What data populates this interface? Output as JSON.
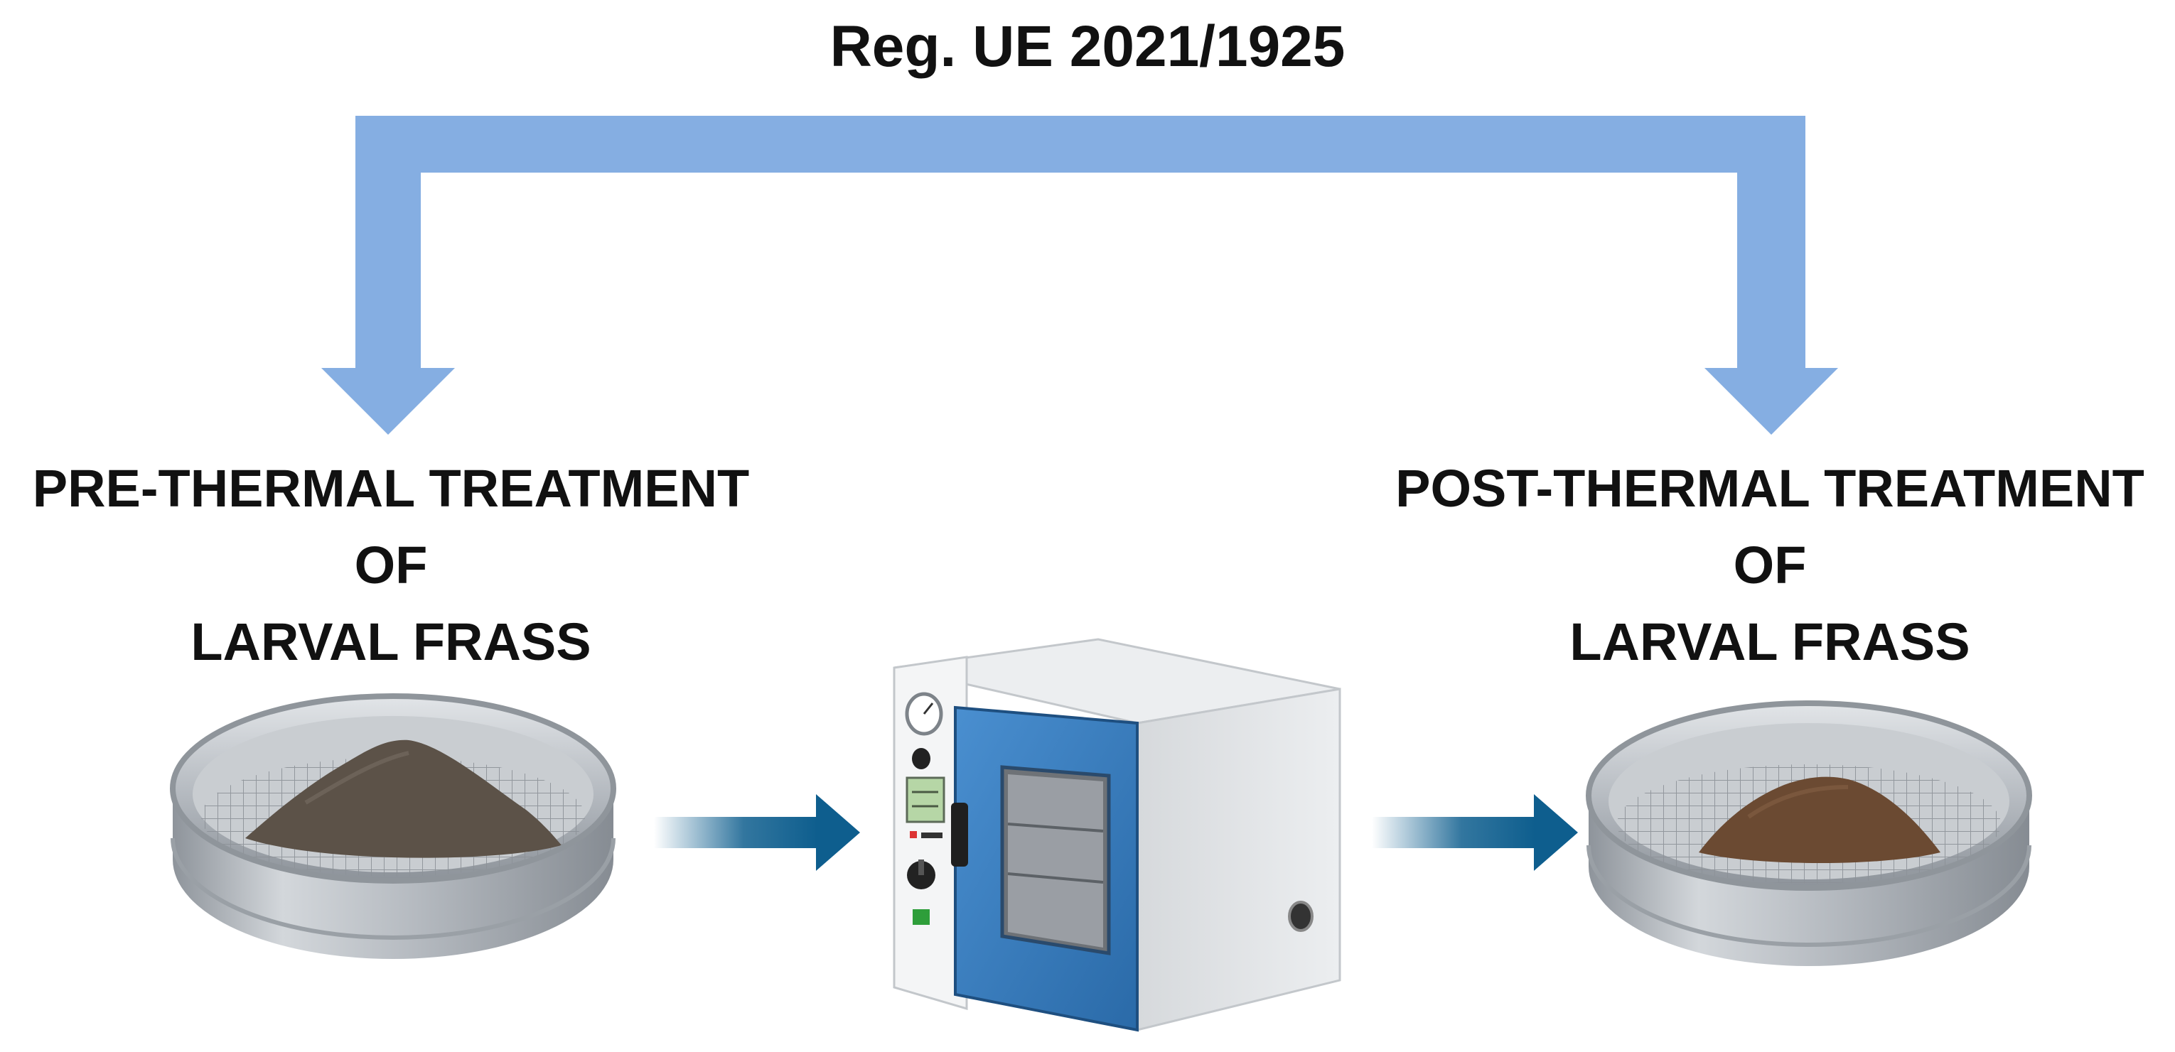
{
  "title": "Reg. UE 2021/1925",
  "stages": {
    "pre": {
      "line1": "PRE-THERMAL TREATMENT",
      "line2": "OF",
      "line3": "LARVAL FRASS"
    },
    "post": {
      "line1": "POST-THERMAL TREATMENT",
      "line2": "OF",
      "line3": "LARVAL FRASS"
    }
  },
  "colors": {
    "bracket": "#85aee2",
    "flow_arrow": "#0e5e8e",
    "oven_door": "#3a80c4",
    "frass_raw": "#5c5248",
    "frass_treated": "#6b4a32",
    "sieve": "#b9bec4"
  }
}
